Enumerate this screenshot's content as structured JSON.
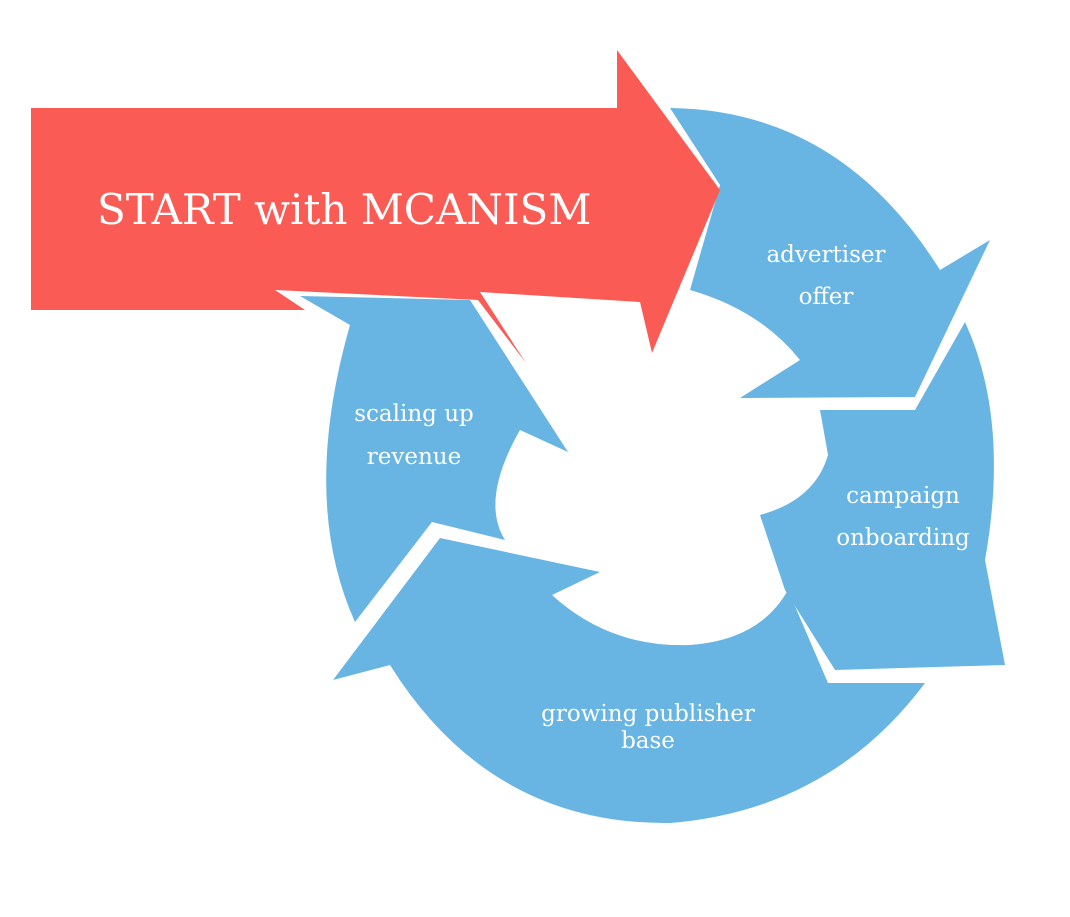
{
  "colors": {
    "cycle": "#68b5e3",
    "start_arrow": "#fa5c55",
    "text": "#ffffff",
    "background": "#ffffff"
  },
  "start_arrow": {
    "label": "START with MCANISM"
  },
  "cycle": {
    "stages": [
      {
        "line1": "advertiser",
        "line2": "offer"
      },
      {
        "line1": "campaign",
        "line2": "onboarding"
      },
      {
        "line1": "growing publisher",
        "line2": "base"
      },
      {
        "line1": "scaling up",
        "line2": "revenue"
      }
    ]
  }
}
